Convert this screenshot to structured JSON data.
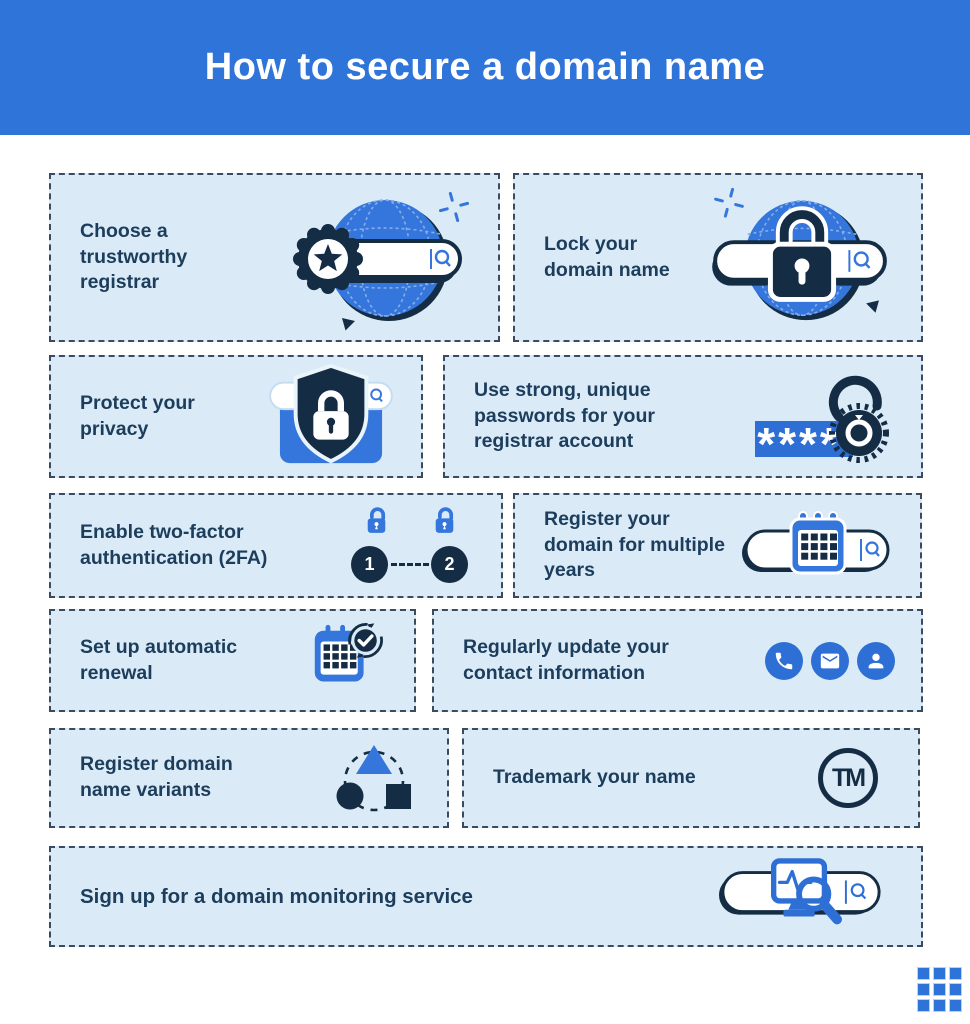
{
  "header": {
    "title": "How to secure a domain name"
  },
  "cards": [
    {
      "label": "Choose a trustworthy registrar",
      "icon": "registrar-seal-globe-search-icon"
    },
    {
      "label": "Lock your domain name",
      "icon": "globe-search-padlock-icon"
    },
    {
      "label": "Protect your privacy",
      "icon": "browser-shield-lock-icon"
    },
    {
      "label": "Use strong, unique passwords for your registrar account",
      "icon": "password-field-lock-icon",
      "mask": "****"
    },
    {
      "label": "Enable two-factor authentication (2FA)",
      "icon": "two-step-locks-icon"
    },
    {
      "label": "Register your domain for multiple years",
      "icon": "search-bar-calendar-icon"
    },
    {
      "label": "Set up automatic renewal",
      "icon": "calendar-auto-renew-icon"
    },
    {
      "label": "Regularly update your contact information",
      "icon": "phone-email-contact-icons"
    },
    {
      "label": "Register domain name variants",
      "icon": "shape-variants-icon"
    },
    {
      "label": "Trademark your name",
      "icon": "trademark-circle-icon",
      "badge": "TM"
    },
    {
      "label": "Sign up for a domain monitoring service",
      "icon": "search-bar-monitoring-icon"
    }
  ],
  "two_factor": {
    "step1": "1",
    "step2": "2"
  },
  "colors": {
    "header_blue": "#2E74D9",
    "card_background": "#DAEBF7",
    "card_border": "#3A4A5F",
    "text_navy": "#1C3D5C",
    "icon_blue": "#3576DC",
    "icon_solid_blue": "#2E6FD6",
    "icon_navy": "#142C44"
  }
}
